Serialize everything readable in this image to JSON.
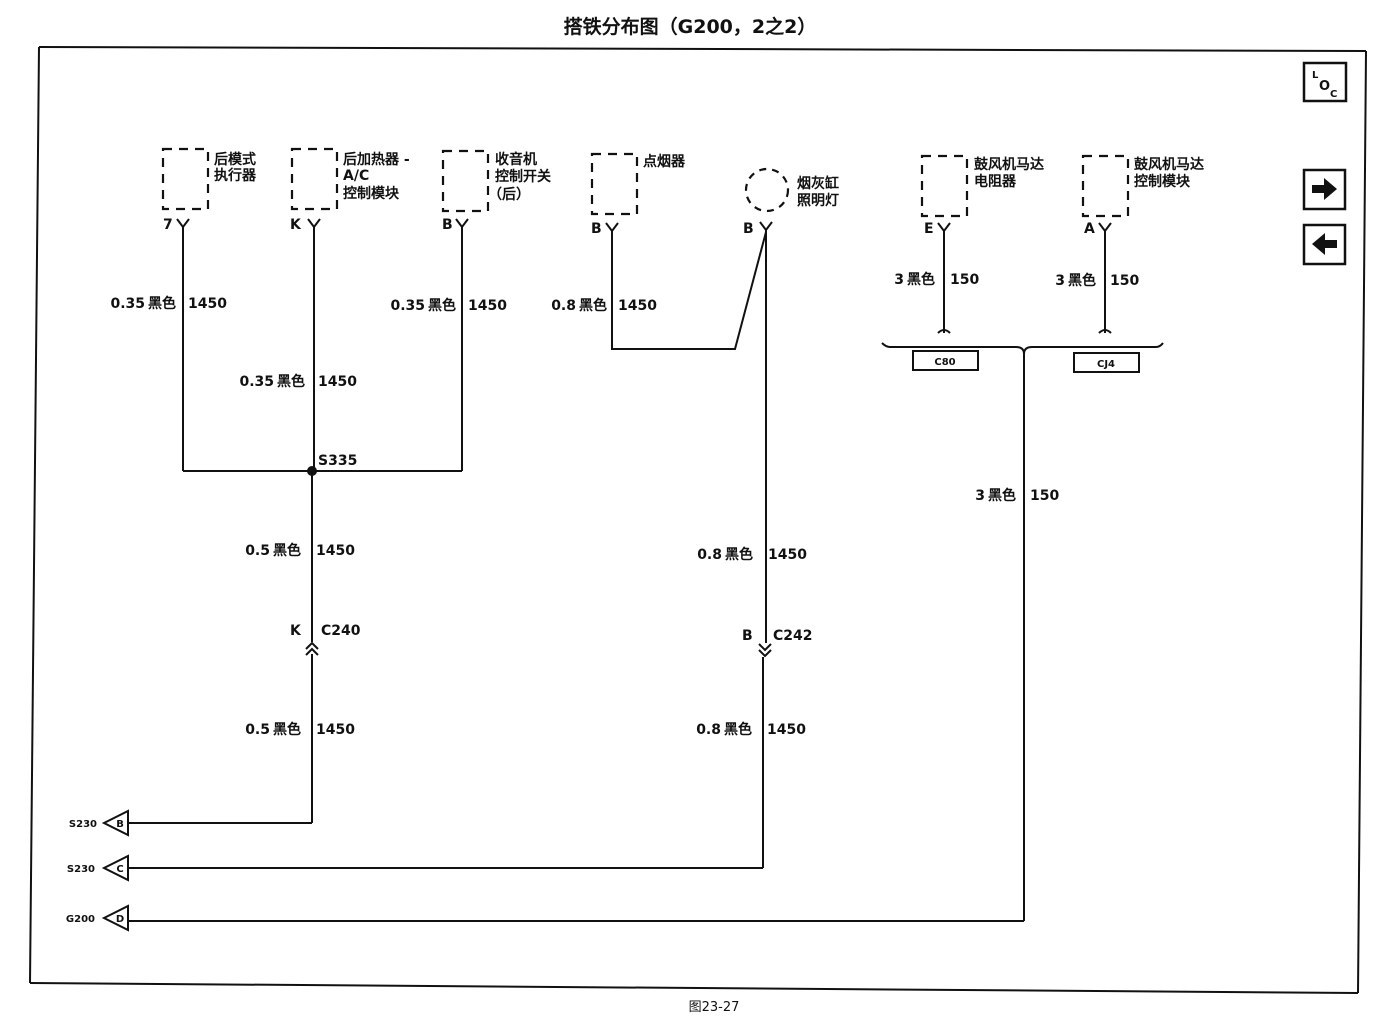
{
  "title": "搭铁分布图（G200，2之2）",
  "caption": "图23-27",
  "nav": {
    "loc_letters": [
      "L",
      "O",
      "C"
    ],
    "next_icon": "arrow-right-icon",
    "prev_icon": "arrow-left-icon"
  },
  "components": {
    "rear_mode_actuator": [
      "后模式",
      "执行器"
    ],
    "rear_heater_ac": [
      "后加热器 -",
      "A/C",
      "控制模块"
    ],
    "radio_rear_switch": [
      "收音机",
      "控制开关",
      "（后）"
    ],
    "cigar_lighter": [
      "点烟器"
    ],
    "ashtray_lamp": [
      "烟灰缸",
      "照明灯"
    ],
    "blower_resistor": [
      "鼓风机马达",
      "电阻器"
    ],
    "blower_module": [
      "鼓风机马达",
      "控制模块"
    ]
  },
  "pins": {
    "rear_mode_actuator": "7",
    "rear_heater_ac": "K",
    "radio_rear_switch": "B",
    "cigar_lighter": "B",
    "ashtray_lamp": "B",
    "blower_resistor": "E",
    "blower_module": "A"
  },
  "wires": {
    "w1": {
      "size": "0.35",
      "color": "黑色",
      "circuit": "1450"
    },
    "w2": {
      "size": "0.35",
      "color": "黑色",
      "circuit": "1450"
    },
    "w3": {
      "size": "0.35",
      "color": "黑色",
      "circuit": "1450"
    },
    "w4": {
      "size": "0.8",
      "color": "黑色",
      "circuit": "1450"
    },
    "w5": {
      "size": "0.5",
      "color": "黑色",
      "circuit": "1450"
    },
    "w6": {
      "size": "0.5",
      "color": "黑色",
      "circuit": "1450"
    },
    "w7": {
      "size": "0.8",
      "color": "黑色",
      "circuit": "1450"
    },
    "w8": {
      "size": "0.8",
      "color": "黑色",
      "circuit": "1450"
    },
    "w9": {
      "size": "3",
      "color": "黑色",
      "circuit": "150"
    },
    "w10": {
      "size": "3",
      "color": "黑色",
      "circuit": "150"
    },
    "w11": {
      "size": "3",
      "color": "黑色",
      "circuit": "150"
    }
  },
  "splice": "S335",
  "connectors": {
    "c240": {
      "pin": "K",
      "name": "C240"
    },
    "c242": {
      "pin": "B",
      "name": "C242"
    },
    "c80": "C80",
    "cj4": "CJ4"
  },
  "refs": [
    {
      "label": "S230",
      "letter": "B"
    },
    {
      "label": "S230",
      "letter": "C"
    },
    {
      "label": "G200",
      "letter": "D"
    }
  ]
}
